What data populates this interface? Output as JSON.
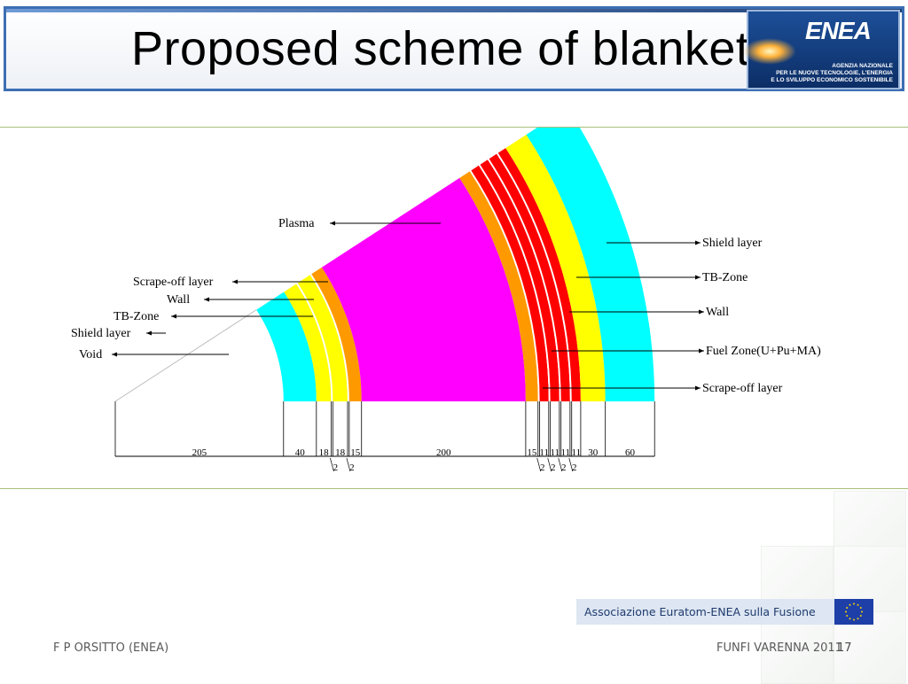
{
  "slide": {
    "title": "Proposed scheme of blanket",
    "footer_left": "F P ORSITTO (ENEA)",
    "footer_right": "FUNFI VARENNA 2011",
    "page_number": "17"
  },
  "logo": {
    "name": "ENEA",
    "agency_line1": "AGENZIA NAZIONALE",
    "agency_line2": "PER LE NUOVE TECNOLOGIE, L'ENERGIA",
    "agency_line3": "E LO SVILUPPO ECONOMICO SOSTENIBILE",
    "color": "#1d4f98"
  },
  "association": {
    "text": "Associazione Euratom-ENEA sulla Fusione",
    "flag_color": "#1f3fa8",
    "star_color": "#f5d400"
  },
  "diagram": {
    "layers": [
      {
        "name": "void",
        "thickness": 205,
        "color": "#ffffff"
      },
      {
        "name": "shield-inner",
        "thickness": 40,
        "color": "#00ffff"
      },
      {
        "name": "tb-zone-inner",
        "thickness": 18,
        "color": "#ffff00"
      },
      {
        "name": "wall-inner",
        "thickness": 2,
        "color": "#ffffff"
      },
      {
        "name": "fw-inner",
        "thickness": 18,
        "color": "#ffff00"
      },
      {
        "name": "wall-inner-2",
        "thickness": 2,
        "color": "#ffffff"
      },
      {
        "name": "scrape-off-inner",
        "thickness": 15,
        "color": "#ff9900"
      },
      {
        "name": "plasma",
        "thickness": 200,
        "color": "#ff00ff"
      },
      {
        "name": "scrape-off-outer",
        "thickness": 15,
        "color": "#ff9900"
      },
      {
        "name": "wall-outer-1",
        "thickness": 2,
        "color": "#ffffff"
      },
      {
        "name": "fuel-1",
        "thickness": 11,
        "color": "#ff0000"
      },
      {
        "name": "wall-outer-2",
        "thickness": 2,
        "color": "#ffffff"
      },
      {
        "name": "fuel-2",
        "thickness": 11,
        "color": "#ff0000"
      },
      {
        "name": "wall-outer-3",
        "thickness": 2,
        "color": "#ffffff"
      },
      {
        "name": "fuel-3",
        "thickness": 11,
        "color": "#ff0000"
      },
      {
        "name": "wall-outer-4",
        "thickness": 2,
        "color": "#ffffff"
      },
      {
        "name": "fuel-4",
        "thickness": 11,
        "color": "#ff0000"
      },
      {
        "name": "tb-zone-outer",
        "thickness": 30,
        "color": "#ffff00"
      },
      {
        "name": "shield-outer",
        "thickness": 60,
        "color": "#00ffff"
      }
    ],
    "dimension_labels": [
      "205",
      "40",
      "18",
      "18",
      "15",
      "200",
      "15",
      "11",
      "11",
      "11",
      "11",
      "30",
      "60"
    ],
    "wall_labels": [
      "2",
      "2",
      "2",
      "2",
      "2",
      "2"
    ],
    "left_labels": [
      "Plasma",
      "Scrape-off layer",
      "Wall",
      "TB-Zone",
      "Shield layer",
      "Void"
    ],
    "right_labels": [
      "Shield layer",
      "TB-Zone",
      "Wall",
      "Fuel Zone(U+Pu+MA)",
      "Scrape-off layer"
    ]
  }
}
